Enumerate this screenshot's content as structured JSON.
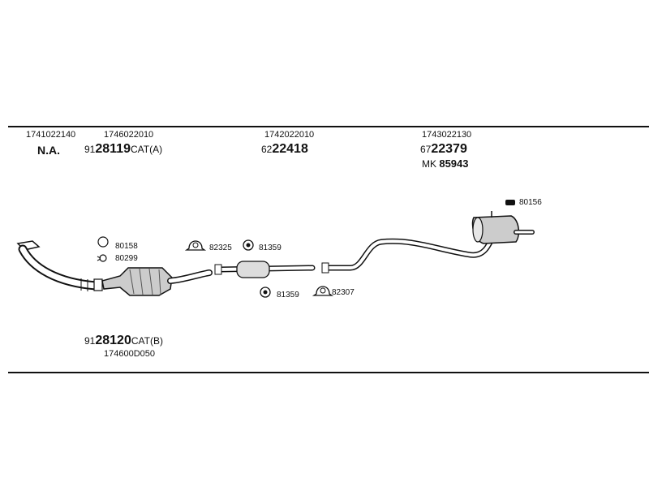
{
  "header_row": {
    "col1": {
      "code": "1741022140",
      "name": "N.A."
    },
    "col2": {
      "code": "1746022010",
      "prefix": "91",
      "main": "28119",
      "suffix": "CAT(A)"
    },
    "col3": {
      "code": "1742022010",
      "prefix": "62",
      "main": "22418"
    },
    "col4": {
      "code": "1743022130",
      "prefix": "67",
      "main": "22379",
      "kit_prefix": "MK",
      "kit_number": "85943"
    }
  },
  "parts": {
    "p80158": "80158",
    "p80299": "80299",
    "p82325": "82325",
    "p81359a": "81359",
    "p81359b": "81359",
    "p82307": "82307",
    "p80156": "80156"
  },
  "footer_row": {
    "prefix": "91",
    "main": "28120",
    "suffix": "CAT(B)",
    "code": "174600D050"
  }
}
